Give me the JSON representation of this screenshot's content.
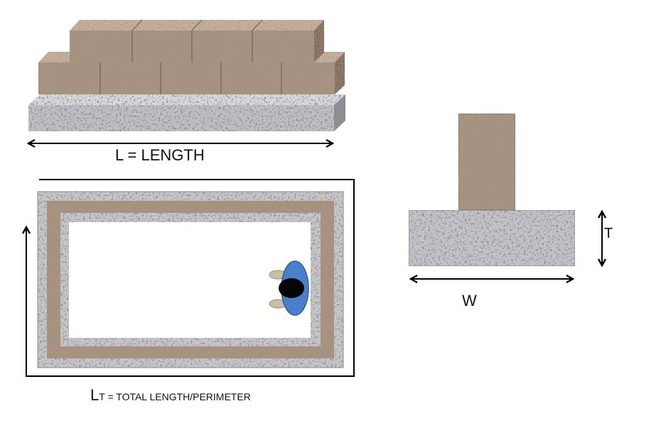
{
  "labels": {
    "length": "L = LENGTH",
    "perimeter_symbol": "L",
    "perimeter_subscript": "T",
    "perimeter_text": " = TOTAL LENGTH/PERIMETER",
    "width": "W",
    "thickness": "T"
  },
  "colors": {
    "gravel": "#a08a76",
    "concrete": "#c9c9cd",
    "person_body": "#4a7fcb",
    "arrow": "#000000"
  }
}
